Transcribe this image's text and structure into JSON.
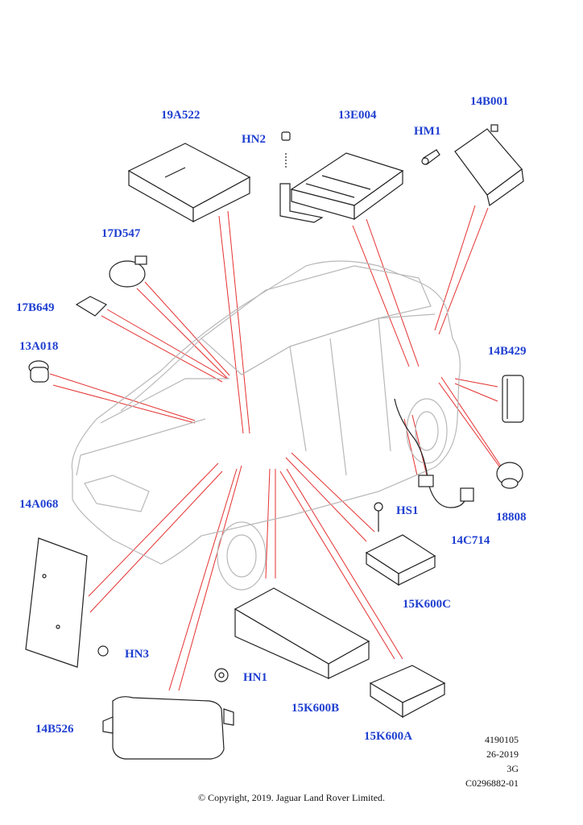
{
  "labels": {
    "l19A522": "19A522",
    "l13E004": "13E004",
    "l14B001": "14B001",
    "lHN2": "HN2",
    "lHM1": "HM1",
    "l17D547": "17D547",
    "l17B649": "17B649",
    "l13A018": "13A018",
    "l14B429": "14B429",
    "l14A068": "14A068",
    "lHS1": "HS1",
    "l18808": "18808",
    "l14C714": "14C714",
    "l15K600C": "15K600C",
    "lHN3": "HN3",
    "lHN1": "HN1",
    "l15K600B": "15K600B",
    "l14B526": "14B526",
    "l15K600A": "15K600A"
  },
  "footer": {
    "code1": "4190105",
    "code2": "26-2019",
    "code3": "3G",
    "code4": "C0296882-01",
    "copyright": "© Copyright, 2019. Jaguar Land Rover Limited."
  },
  "colors": {
    "label": "#1f3fd0",
    "leader": "#e53030",
    "line": "#222222"
  }
}
